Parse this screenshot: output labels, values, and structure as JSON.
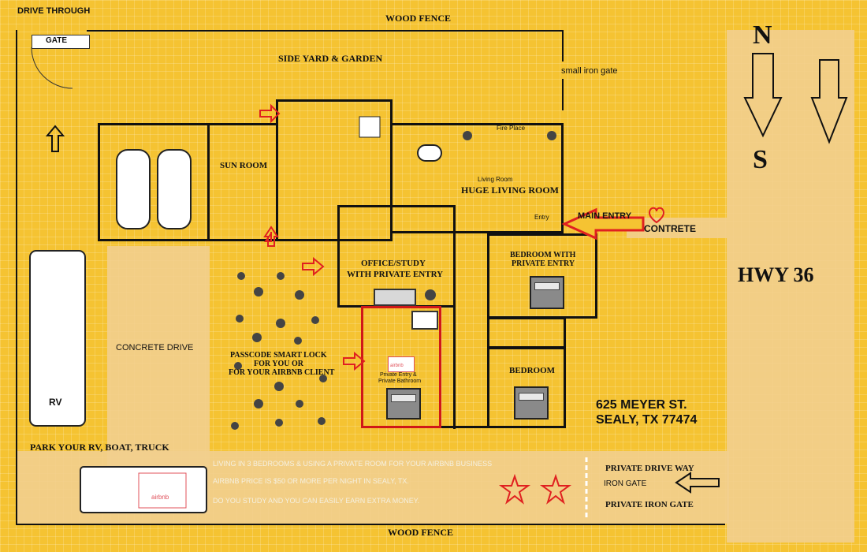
{
  "labels": {
    "drive_through": "DRIVE THROUGH",
    "gate": "GATE",
    "wood_fence_top": "WOOD FENCE",
    "wood_fence_bottom": "WOOD FENCE",
    "side_yard": "SIDE YARD & GARDEN",
    "small_iron_gate": "small iron gate",
    "sun_room": "SUN ROOM",
    "fire_place": "Fire Place",
    "living_room_small": "Living Room",
    "huge_living_room": "HUGE LIVING ROOM",
    "entry": "Entry",
    "main_entry": "MAIN ENTRY",
    "concrete": "CONTRETE",
    "office_line1": "OFFICE/STUDY",
    "office_line2": "WITH PRIVATE ENTRY",
    "bedroom_private_line1": "BEDROOM WITH",
    "bedroom_private_line2": "PRIVATE ENTRY",
    "bedroom": "BEDROOM",
    "hwy": "HWY 36",
    "north": "N",
    "south": "S",
    "concrete_drive": "CONCRETE DRIVE",
    "passcode_line1": "PASSCODE SMART LOCK",
    "passcode_line2": "FOR YOU OR",
    "passcode_line3": "FOR YOUR AIRBNB CLIENT",
    "private_entry_line1": "Private Entry &",
    "private_entry_line2": "Private Bathroom",
    "airbnb_small": "airbnb",
    "rv": "RV",
    "address_line1": "625 MEYER ST.",
    "address_line2": "SEALY, TX 77474",
    "park": "PARK YOUR RV, BOAT, TRUCK",
    "info_line1": "LIVING IN 3 BEDROOMS & USING A PRIVATE ROOM FOR YOUR AIRBNB BUSINESS",
    "info_line2": "AIRBNB PRICE IS $50 OR MORE PER NIGHT IN SEALY, TX.",
    "info_line3": "DO YOU STUDY AND YOU CAN EASILY EARN EXTRA MONEY.",
    "airbnb_truck": "airbnb",
    "private_drive_way": "PRIVATE DRIVE WAY",
    "iron_gate": "IRON GATE",
    "private_iron_gate": "PRIVATE IRON GATE"
  },
  "colors": {
    "background": "#f5c332",
    "panel": "#f2cf8e",
    "arrow_red": "#e02020",
    "highlight_red": "#d01818",
    "wall": "#111111"
  }
}
